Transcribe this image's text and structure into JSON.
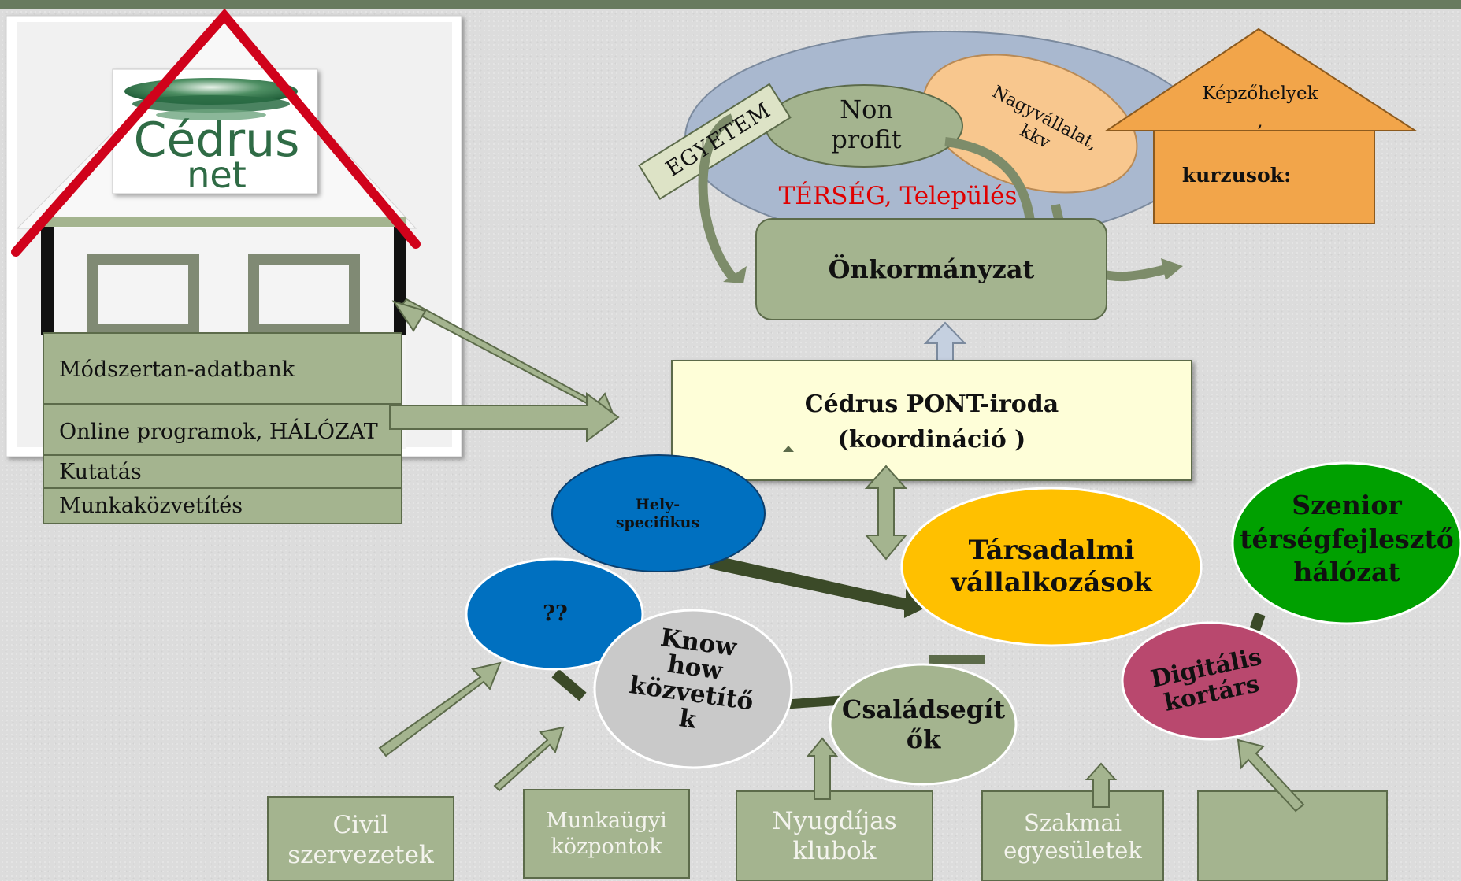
{
  "logo": {
    "line1": "Cédrus",
    "line2": "net"
  },
  "house_list": [
    "Módszertan-adatbank",
    "Online programok, HÁLÓZAT",
    "Kutatás",
    "Munkaközvetítés"
  ],
  "region": {
    "egyetem": "EGYETEM",
    "non_profit": [
      "Non",
      "profit"
    ],
    "nagyvallalat": [
      "Nagyvállalat,",
      "kkv"
    ],
    "terseg": "TÉRSÉG, Település",
    "onkormanyzat": "Önkormányzat"
  },
  "kepzohelyek": {
    "title": "Képzőhelyek",
    "comma": ",",
    "kurzusok": "kurzusok:"
  },
  "pont_iroda": {
    "line1": "Cédrus PONT-iroda",
    "line2": "(koordináció )"
  },
  "nodes": {
    "hely_specifikus": [
      "Hely-",
      "specifikus"
    ],
    "question": "??",
    "know_how": [
      "Know",
      "how",
      "közvetítő",
      "k"
    ],
    "tarsadalmi": [
      "Társadalmi",
      "vállalkozások"
    ],
    "szenior": [
      "Szenior",
      "térségfejlesztő",
      "hálózat"
    ],
    "csaladsegito": [
      "Családsegít",
      "ők"
    ],
    "digitalis": [
      "Digitális",
      "kortárs"
    ]
  },
  "bottom_boxes": [
    [
      "Civil",
      "szervezetek"
    ],
    [
      "Munkaügyi",
      "központok"
    ],
    [
      "Nyugdíjas",
      "klubok"
    ],
    [
      "Szakmai",
      "egyesületek"
    ],
    [
      "",
      ""
    ]
  ],
  "colors": {
    "sage": "#a4b48f",
    "dark_sage": "#5c6b4a",
    "blue": "#0070c0",
    "gold": "#ffc000",
    "green": "#00a000",
    "grey": "#c9c9c9",
    "pink": "#b9486e",
    "orange": "#f2a54a",
    "light_yellow": "#fefed8",
    "region_blue": "#a9b8cf",
    "peach": "#f8c78e",
    "red": "#d0021b",
    "dark_green_arrow": "#3b4a28"
  }
}
